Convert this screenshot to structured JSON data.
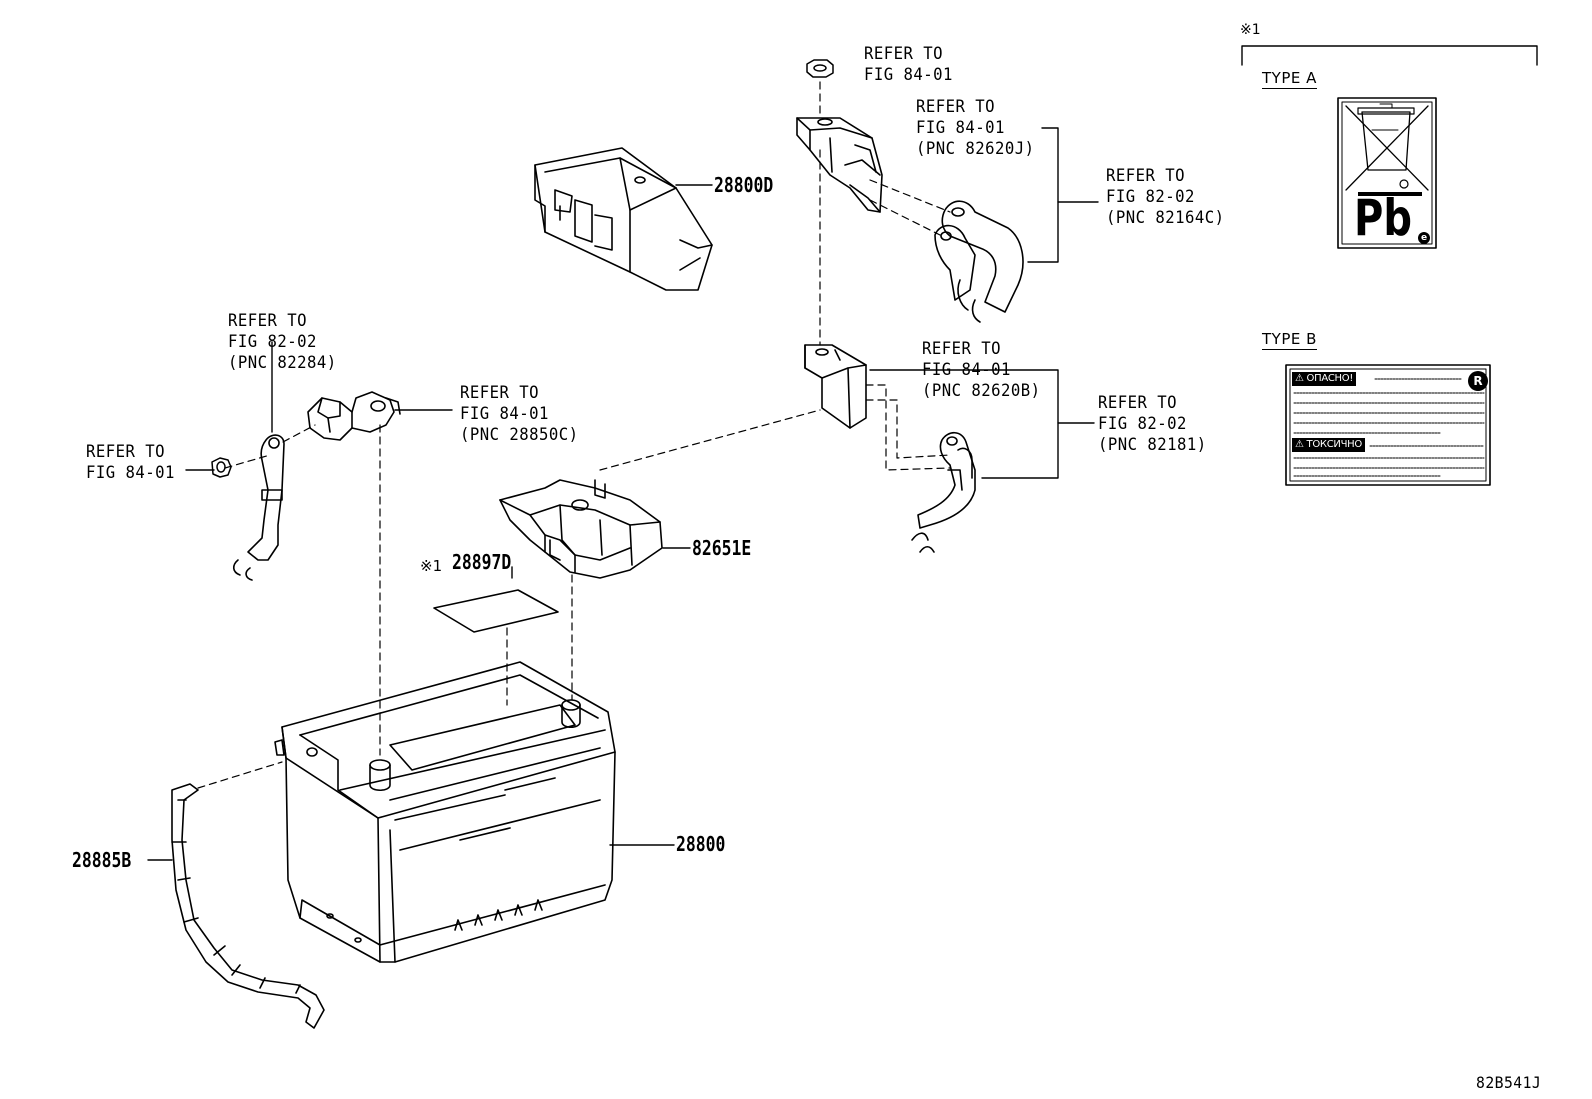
{
  "diagram": {
    "drawing_code": "82B541J",
    "note_marker": "※1",
    "type_a": {
      "label": "TYPE A",
      "symbol": "Pb",
      "mark": "e"
    },
    "type_b": {
      "label": "TYPE B",
      "warn1": "ОПАСНО!",
      "warn2": "ТОКСИЧНО",
      "mark": "R"
    },
    "refs": {
      "nut_top": [
        "REFER TO",
        "FIG 84-01"
      ],
      "terminal_top": [
        "REFER TO",
        "FIG 84-01",
        "(PNC 82620J)"
      ],
      "cable_top": [
        "REFER TO",
        "FIG 82-02",
        "(PNC 82164C)"
      ],
      "neg_cable": [
        "REFER TO",
        "FIG 82-02",
        "(PNC 82284)"
      ],
      "nut_left": [
        "REFER TO",
        "FIG 84-01"
      ],
      "neg_terminal": [
        "REFER TO",
        "FIG 84-01",
        "(PNC 28850C)"
      ],
      "terminal_mid": [
        "REFER TO",
        "FIG 84-01",
        "(PNC 82620B)"
      ],
      "cable_mid": [
        "REFER TO",
        "FIG 82-02",
        "(PNC 82181)"
      ]
    },
    "parts": {
      "cover": "28800D",
      "terminal_block": "82651E",
      "label_marker": "※1",
      "label": "28897D",
      "battery": "28800",
      "sensor": "28885B"
    }
  }
}
